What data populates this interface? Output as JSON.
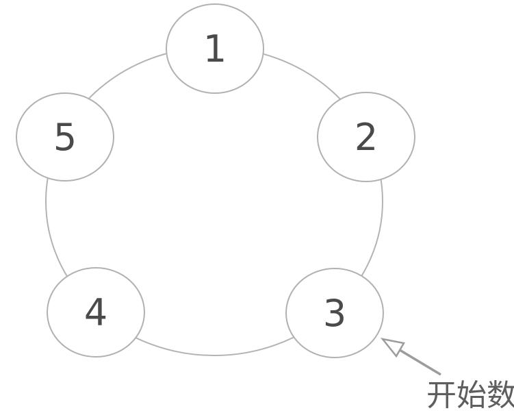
{
  "diagram": {
    "type": "circular-counting-diagram",
    "nodes": [
      {
        "label": "1"
      },
      {
        "label": "2"
      },
      {
        "label": "3"
      },
      {
        "label": "4"
      },
      {
        "label": "5"
      }
    ],
    "annotation": {
      "label": "开始数",
      "target_node_label": "3"
    },
    "colors": {
      "background": "#ffffff",
      "ring_stroke": "#b3b3b3",
      "node_stroke": "#b1b1b1",
      "node_fill": "#ffffff",
      "number_color": "#4a4a4a",
      "arrow_color": "#9c9c9c",
      "arrow_head_fill": "#ffffff",
      "label_color": "#5e5e5e"
    }
  }
}
